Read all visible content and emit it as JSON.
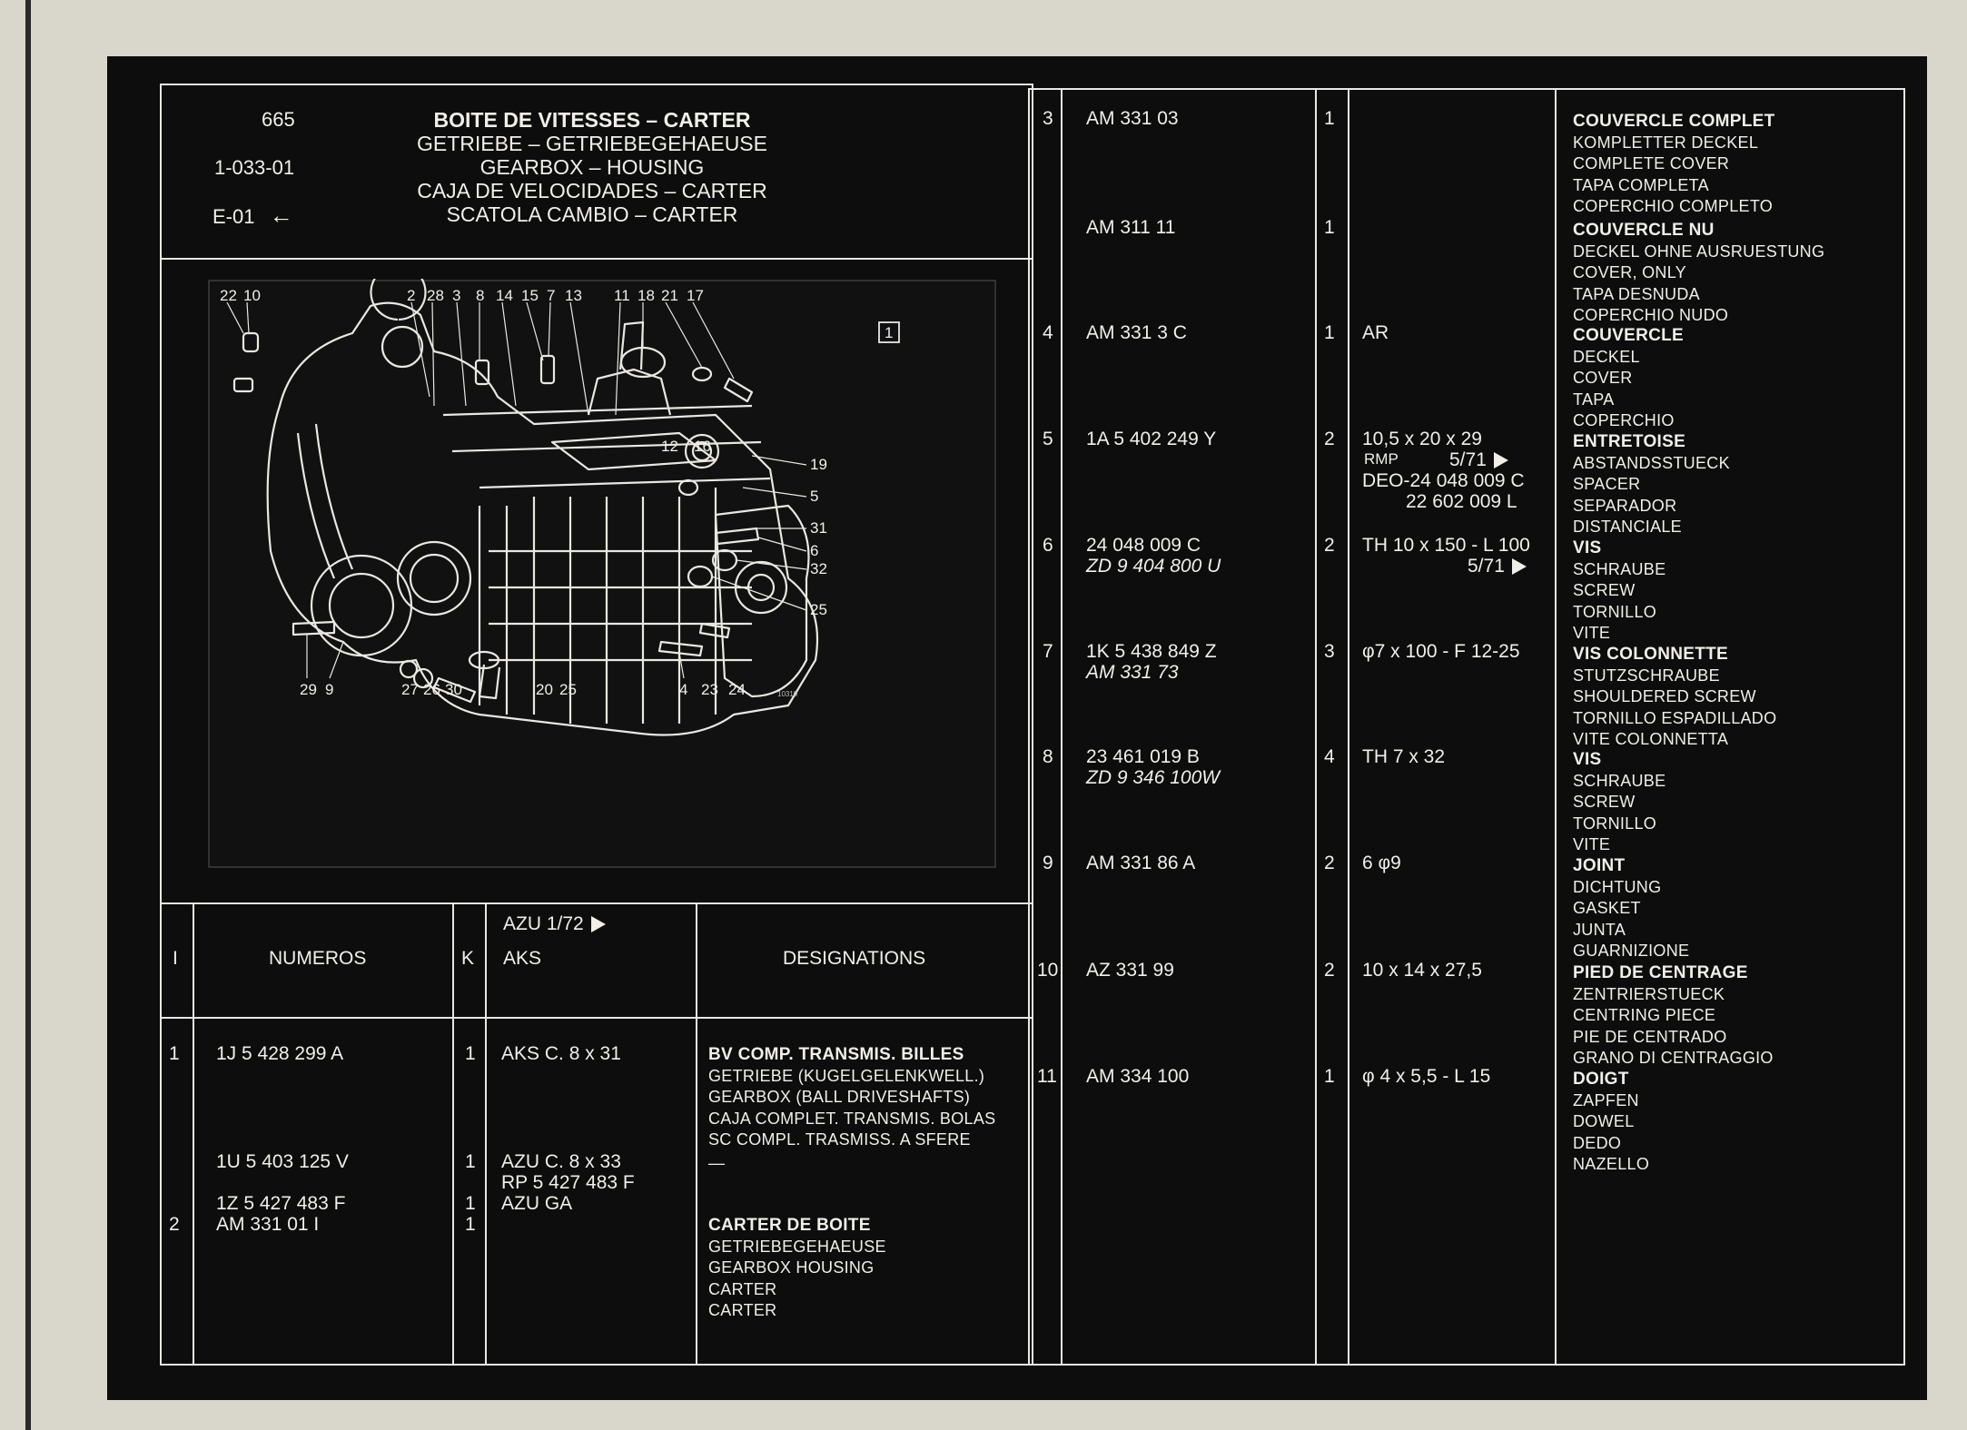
{
  "header": {
    "page_number": "665",
    "ref_code": "1-033-01",
    "nav_code": "E-01",
    "nav_arrow": "←",
    "title_lines": [
      "BOITE DE VITESSES – CARTER",
      "GETRIEBE – GETRIEBEGEHAEUSE",
      "GEARBOX – HOUSING",
      "CAJA DE VELOCIDADES – CARTER",
      "SCATOLA CAMBIO – CARTER"
    ]
  },
  "diagram": {
    "box_label": "1",
    "code_label": "10310",
    "callouts_top": [
      "22",
      "10",
      "2",
      "28",
      "3",
      "8",
      "14",
      "15",
      "7",
      "13",
      "11",
      "18",
      "21",
      "17"
    ],
    "callouts_right": [
      "12",
      "16",
      "19",
      "5",
      "31",
      "6",
      "32",
      "25"
    ],
    "callouts_bottom": [
      "29",
      "9",
      "27",
      "26",
      "30",
      "20",
      "25",
      "4",
      "23",
      "24"
    ]
  },
  "table_header": {
    "col_index": "I",
    "col_numbers": "NUMEROS",
    "col_k": "K",
    "col_azu_date": "AZU  1/72",
    "col_aks": "AKS",
    "col_designations": "DESIGNATIONS"
  },
  "left_rows": [
    {
      "index": "1",
      "numbers": "1J 5 428 299 A",
      "k": "1",
      "aks": "AKS C. 8 x 31",
      "desc": [
        "BV COMP. TRANSMIS. BILLES",
        "GETRIEBE (KUGELGELENKWELL.)",
        "GEARBOX (BALL DRIVESHAFTS)",
        "CAJA COMPLET. TRANSMIS. BOLAS",
        "SC COMPL. TRASMISS. A SFERE"
      ]
    },
    {
      "index": "",
      "numbers": "1U 5 403 125 V",
      "k": "1",
      "aks": "AZU C. 8 x 33",
      "aks2": "RP 5 427 483 F",
      "desc": [
        "—"
      ]
    },
    {
      "index": "",
      "numbers": "1Z 5 427 483 F",
      "k": "1",
      "aks": "AZU GA",
      "desc": []
    },
    {
      "index": "2",
      "numbers": "AM  331  01 I",
      "k": "1",
      "aks": "",
      "desc": [
        "CARTER DE BOITE",
        "GETRIEBEGEHAEUSE",
        "GEARBOX HOUSING",
        "CARTER",
        "CARTER"
      ]
    }
  ],
  "right_rows": [
    {
      "index": "3",
      "numbers": "AM   331   03",
      "k": "1",
      "aks": "",
      "aks_sub": [],
      "desc": [
        "COUVERCLE COMPLET",
        "KOMPLETTER DECKEL",
        "COMPLETE COVER",
        "TAPA COMPLETA",
        "COPERCHIO COMPLETO"
      ]
    },
    {
      "index": "",
      "numbers": "AM   311   11",
      "k": "1",
      "aks": "",
      "aks_sub": [],
      "desc": [
        "COUVERCLE NU",
        "DECKEL OHNE AUSRUESTUNG",
        "COVER, ONLY",
        "TAPA DESNUDA",
        "COPERCHIO NUDO"
      ]
    },
    {
      "index": "4",
      "numbers": "AM   331    3 C",
      "k": "1",
      "aks": "AR",
      "aks_sub": [],
      "desc": [
        "COUVERCLE",
        "DECKEL",
        "COVER",
        "TAPA",
        "COPERCHIO"
      ]
    },
    {
      "index": "5",
      "numbers": "1A 5 402 249 Y",
      "k": "2",
      "aks": "10,5 x 20 x 29",
      "aks_sub": [
        "RMP",
        "5/71",
        "DEO-24 048 009 C",
        "22 602 009 L"
      ],
      "desc": [
        "ENTRETOISE",
        "ABSTANDSSTUECK",
        "SPACER",
        "SEPARADOR",
        "DISTANCIALE"
      ]
    },
    {
      "index": "6",
      "numbers": "24    048 009 C",
      "numbers2": "ZD 9 404 800 U",
      "k": "2",
      "aks": "TH 10 x 150 - L 100",
      "aks_sub": [
        "5/71"
      ],
      "desc": [
        "VIS",
        "SCHRAUBE",
        "SCREW",
        "TORNILLO",
        "VITE"
      ]
    },
    {
      "index": "7",
      "numbers": "1K 5 438 849 Z",
      "numbers2": "AM   331   73",
      "k": "3",
      "aks": "φ7 x 100 - F 12-25",
      "aks_sub": [],
      "desc": [
        "VIS COLONNETTE",
        "STUTZSCHRAUBE",
        "SHOULDERED SCREW",
        "TORNILLO ESPADILLADO",
        "VITE COLONNETTA"
      ]
    },
    {
      "index": "8",
      "numbers": "23    461 019 B",
      "numbers2": "ZD 9 346 100W",
      "k": "4",
      "aks": "TH   7 x 32",
      "aks_sub": [],
      "desc": [
        "VIS",
        "SCHRAUBE",
        "SCREW",
        "TORNILLO",
        "VITE"
      ]
    },
    {
      "index": "9",
      "numbers": "AM   331   86 A",
      "k": "2",
      "aks": "6 φ9",
      "aks_sub": [],
      "desc": [
        "JOINT",
        "DICHTUNG",
        "GASKET",
        "JUNTA",
        "GUARNIZIONE"
      ]
    },
    {
      "index": "10",
      "numbers": "AZ    331   99",
      "k": "2",
      "aks": "10 x 14 x 27,5",
      "aks_sub": [],
      "desc": [
        "PIED DE CENTRAGE",
        "ZENTRIERSTUECK",
        "CENTRING PIECE",
        "PIE DE CENTRADO",
        "GRANO DI CENTRAGGIO"
      ]
    },
    {
      "index": "11",
      "numbers": "AM    334 100",
      "k": "1",
      "aks": "φ 4 x 5,5 - L 15",
      "aks_sub": [],
      "desc": [
        "DOIGT",
        "ZAPFEN",
        "DOWEL",
        "DEDO",
        "NAZELLO"
      ]
    }
  ]
}
